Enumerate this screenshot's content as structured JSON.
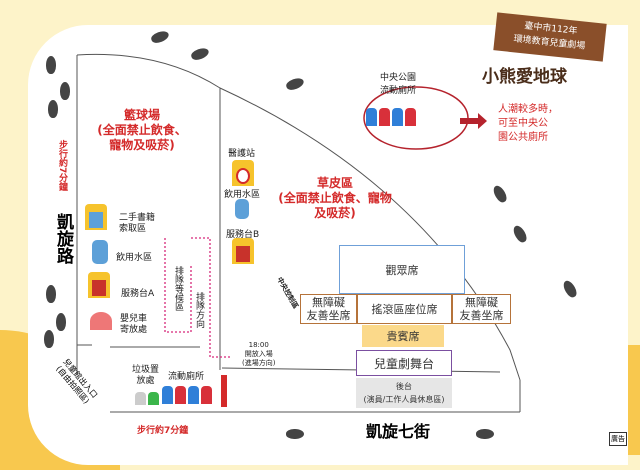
{
  "banner": {
    "line1": "臺中市112年",
    "line2": "環境教育兒童劇場",
    "logo": "小熊愛地球"
  },
  "zones": {
    "basketball": {
      "name": "籃球場",
      "note1": "(全面禁止飲食、",
      "note2": "寵物及吸菸)"
    },
    "lawn": {
      "name": "草皮區",
      "note1": "(全面禁止飲食、寵物",
      "note2": "及吸菸)"
    }
  },
  "facilities": {
    "used_books": "二手書籍\n索取區",
    "water_left": "飲用水區",
    "service_a": "服務台A",
    "stroller": "嬰兒車\n寄放處",
    "medical": "醫護站",
    "water_right": "飲用水區",
    "service_b": "服務台B",
    "queue_area": "排隊等候區",
    "queue_dir": "排隊方向",
    "open_time": "18:00",
    "open_label": "開放入場",
    "open_dir": "(進場方向)",
    "trash": "垃圾置\n放處",
    "toilets": "流動廁所",
    "park_toilets": "中央公園\n流動廁所",
    "park_note": "人潮較多時，\n可至中央公\n園公共廁所",
    "control": "中央控制區",
    "kids_entrance": "兒童館出入口",
    "kids_entrance_note": "(自由拍照區)"
  },
  "seating": {
    "audience": "觀眾席",
    "accessible_left": "無障礙\n友善坐席",
    "rock": "搖滾區座位席",
    "accessible_right": "無障礙\n友善坐席",
    "vip": "貴賓席",
    "stage": "兒童劇舞台",
    "backstage": "後台",
    "backstage_note": "(演員/工作人員休息區)"
  },
  "roads": {
    "left": "凱旋路",
    "bottom": "凱旋七街",
    "walk_left": "步行約7分鐘",
    "walk_bottom": "步行約7分鐘"
  },
  "ad": "廣告",
  "colors": {
    "red": "#d42a2a",
    "cream": "#fdf3c9",
    "yellow": "#f8c84e",
    "purple": "#7b4fa0",
    "brown": "#b5733a",
    "blue": "#6fa0d8"
  }
}
